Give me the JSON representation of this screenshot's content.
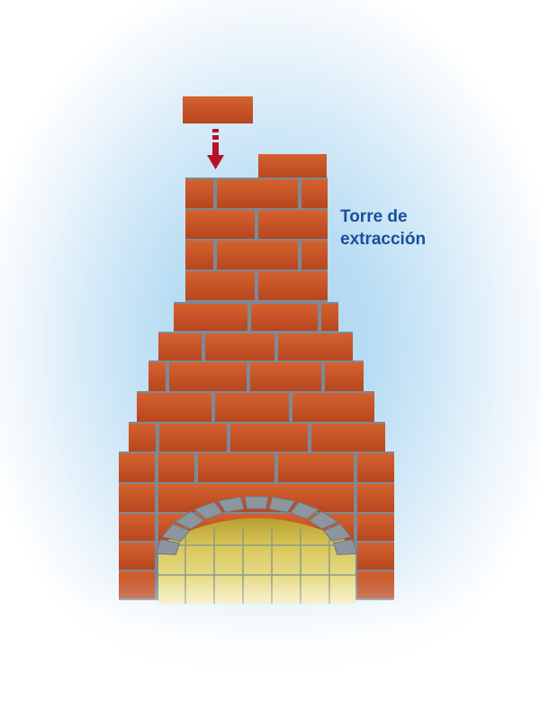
{
  "label": {
    "line1": "Torre de",
    "line2": "extracción"
  },
  "colors": {
    "brick": "#c8552a",
    "brick_dark": "#a4401c",
    "mortar": "#7d8a96",
    "arrow": "#b5122a",
    "label": "#1a4f9c",
    "fire_light": "#efe49a",
    "fire_dark": "#b9a030",
    "arch_gray": "#8d969e"
  },
  "icons": {
    "falling_brick": "brick",
    "arrow": "down-arrow-icon"
  }
}
